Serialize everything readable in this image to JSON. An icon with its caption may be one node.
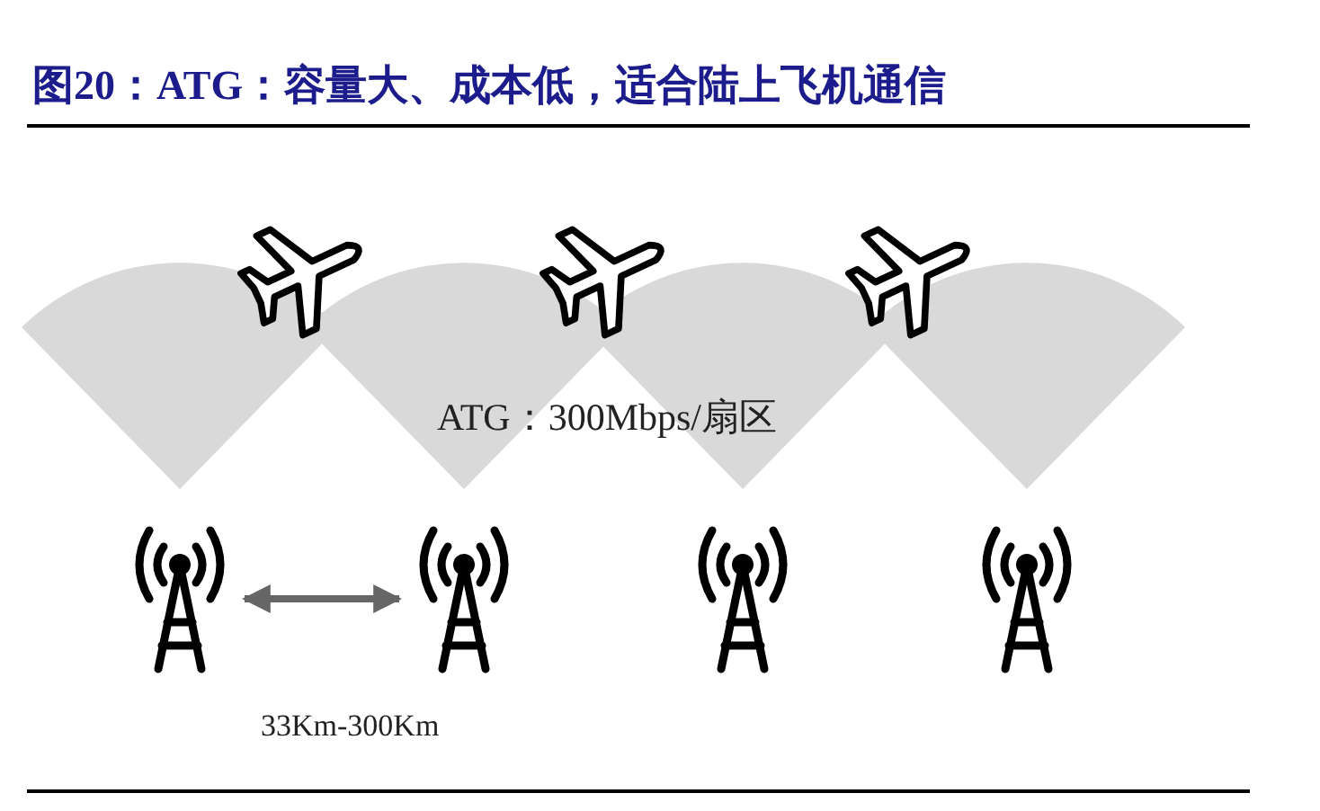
{
  "diagram": {
    "title": "图20：ATG：容量大、成本低，适合陆上飞机通信",
    "nodes": [
      {
        "text": [],
        "shape": "picture"
      },
      {
        "text": [],
        "shape": "picture"
      },
      {
        "text": [],
        "shape": "picture"
      },
      {
        "text": [],
        "shape": "picture"
      }
    ],
    "edges": [
      {
        "from": 0,
        "to": 1,
        "arrow": "both"
      }
    ],
    "labels": [
      "ATG：300Mbps/扇区",
      "33Km-300Km"
    ]
  }
}
